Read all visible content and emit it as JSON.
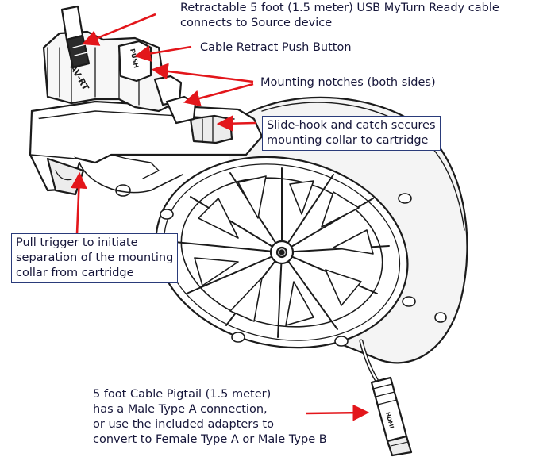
{
  "callouts": {
    "usb_cable": {
      "lines": [
        "Retractable 5 foot (1.5 meter) USB MyTurn Ready cable",
        "connects to Source device"
      ]
    },
    "push_button": {
      "lines": [
        "Cable Retract Push Button"
      ]
    },
    "mounting_notches": {
      "lines": [
        "Mounting notches (both sides)"
      ]
    },
    "slide_hook": {
      "lines": [
        "Slide-hook and catch secures",
        "mounting collar to cartridge"
      ]
    },
    "pull_trigger": {
      "lines": [
        "Pull trigger to initiate",
        "separation of the mounting",
        "collar from cartridge"
      ]
    },
    "pigtail": {
      "lines": [
        "5 foot Cable Pigtail (1.5 meter)",
        "has a Male Type A connection,",
        "or use the included adapters to",
        "convert to Female Type A or Male Type B"
      ]
    }
  },
  "device_markings": {
    "cartridge_label": "AV-RT",
    "button_label": "PUSH",
    "plug_label": "HDMI"
  },
  "colors": {
    "arrow": "#e3161b",
    "callout_border": "#2a3b7a",
    "text": "#16163a",
    "outline": "#1b1b1b",
    "shade": "#d9d9d9"
  }
}
